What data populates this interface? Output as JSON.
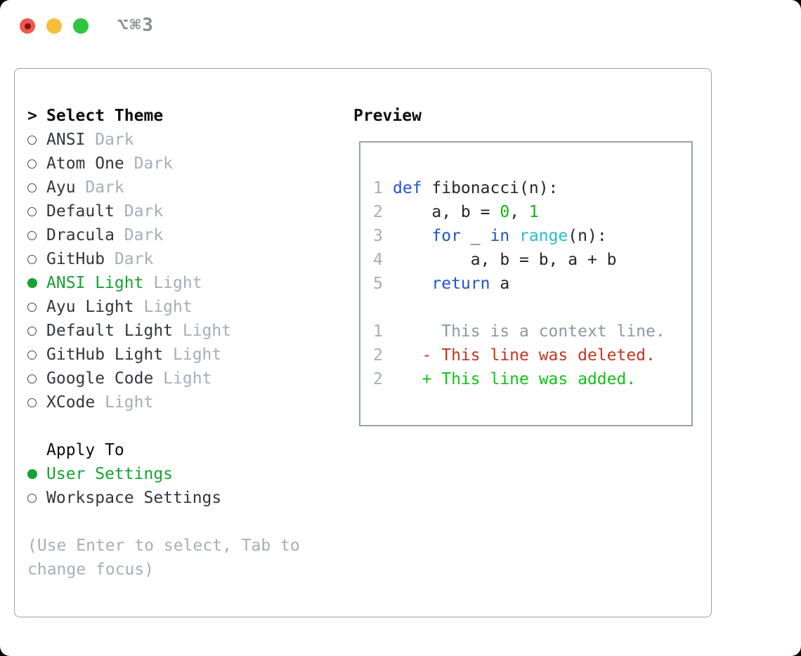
{
  "window": {
    "title": "⌥⌘3",
    "traffic_lights": [
      {
        "name": "close",
        "color": "#f2564d",
        "dot": "#7f170e"
      },
      {
        "name": "minimize",
        "color": "#f8bd3d",
        "dot": null
      },
      {
        "name": "zoom",
        "color": "#2cc63e",
        "dot": null
      }
    ]
  },
  "colors": {
    "border_gray": "#98a2ac",
    "text_dark": "#32373d",
    "text_code": "#23272c",
    "muted_gray": "#a6aeb8",
    "context_gray": "#8f98a1",
    "selection_green": "#16a232",
    "added_green": "#11c217",
    "deleted_red": "#c4341f",
    "keyword_blue": "#2152d0",
    "builtin_cyan": "#26bcd0",
    "number_green": "#12b512"
  },
  "theme_panel": {
    "prompt": ">",
    "title": "Select Theme",
    "themes": [
      {
        "name": "ANSI",
        "variant": "Dark",
        "selected": false
      },
      {
        "name": "Atom One",
        "variant": "Dark",
        "selected": false
      },
      {
        "name": "Ayu",
        "variant": "Dark",
        "selected": false
      },
      {
        "name": "Default",
        "variant": "Dark",
        "selected": false
      },
      {
        "name": "Dracula",
        "variant": "Dark",
        "selected": false
      },
      {
        "name": "GitHub",
        "variant": "Dark",
        "selected": false
      },
      {
        "name": "ANSI Light",
        "variant": "Light",
        "selected": true
      },
      {
        "name": "Ayu Light",
        "variant": "Light",
        "selected": false
      },
      {
        "name": "Default Light",
        "variant": "Light",
        "selected": false
      },
      {
        "name": "GitHub Light",
        "variant": "Light",
        "selected": false
      },
      {
        "name": "Google Code",
        "variant": "Light",
        "selected": false
      },
      {
        "name": "XCode",
        "variant": "Light",
        "selected": false
      }
    ],
    "apply_to": {
      "title": "Apply To",
      "options": [
        {
          "name": "User Settings",
          "selected": true
        },
        {
          "name": "Workspace Settings",
          "selected": false
        }
      ]
    },
    "hint_lines": [
      "(Use Enter to select, Tab to",
      "change focus)"
    ]
  },
  "preview": {
    "title": "Preview",
    "lines": [
      {
        "num": "1",
        "kind": "code",
        "segments": [
          {
            "t": "def",
            "c": "keyword"
          },
          {
            "t": " fibonacci(n):",
            "c": "default"
          }
        ]
      },
      {
        "num": "2",
        "kind": "code",
        "segments": [
          {
            "t": "    a, b = ",
            "c": "default"
          },
          {
            "t": "0",
            "c": "number"
          },
          {
            "t": ", ",
            "c": "default"
          },
          {
            "t": "1",
            "c": "number"
          }
        ]
      },
      {
        "num": "3",
        "kind": "code",
        "segments": [
          {
            "t": "    ",
            "c": "default"
          },
          {
            "t": "for",
            "c": "keyword"
          },
          {
            "t": " _ ",
            "c": "default"
          },
          {
            "t": "in",
            "c": "keyword"
          },
          {
            "t": " ",
            "c": "default"
          },
          {
            "t": "range",
            "c": "builtin"
          },
          {
            "t": "(n):",
            "c": "default"
          }
        ]
      },
      {
        "num": "4",
        "kind": "code",
        "segments": [
          {
            "t": "        a, b = b, a + b",
            "c": "default"
          }
        ]
      },
      {
        "num": "5",
        "kind": "code",
        "segments": [
          {
            "t": "    ",
            "c": "default"
          },
          {
            "t": "return",
            "c": "keyword"
          },
          {
            "t": " a",
            "c": "default"
          }
        ]
      },
      {
        "num": "",
        "kind": "blank",
        "segments": []
      },
      {
        "num": "1",
        "kind": "diff-context",
        "segments": [
          {
            "t": "     This is a context line.",
            "c": "context"
          }
        ]
      },
      {
        "num": "2",
        "kind": "diff-deleted",
        "segments": [
          {
            "t": "   - This line was deleted.",
            "c": "deleted"
          }
        ]
      },
      {
        "num": "2",
        "kind": "diff-added",
        "segments": [
          {
            "t": "   + This line was added.",
            "c": "added"
          }
        ]
      }
    ]
  }
}
